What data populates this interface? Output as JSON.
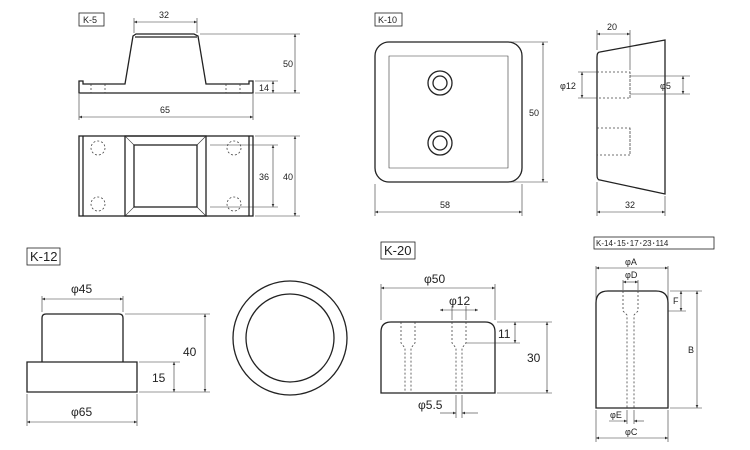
{
  "parts": {
    "k5": {
      "label": "K-5",
      "dims": {
        "top_width": "32",
        "height": "50",
        "base_height": "14",
        "length": "65",
        "inner": "36",
        "width": "40"
      }
    },
    "k10": {
      "label": "K-10",
      "dims": {
        "height": "50",
        "width": "58",
        "top": "20",
        "hole_outer": "φ12",
        "hole_inner": "φ5",
        "depth": "32"
      }
    },
    "k12": {
      "label": "K-12",
      "dims": {
        "top_dia": "φ45",
        "height": "40",
        "base_height": "15",
        "base_dia": "φ65"
      }
    },
    "k20": {
      "label": "K-20",
      "dims": {
        "dia": "φ50",
        "hole_dia": "φ12",
        "hole_depth": "11",
        "height": "30",
        "bore_dia": "φ5.5"
      }
    },
    "k14": {
      "label": "K-14･15･17･23･114",
      "dims": {
        "a": "φA",
        "d": "φD",
        "f": "F",
        "b": "B",
        "e": "φE",
        "c": "φC"
      }
    }
  }
}
